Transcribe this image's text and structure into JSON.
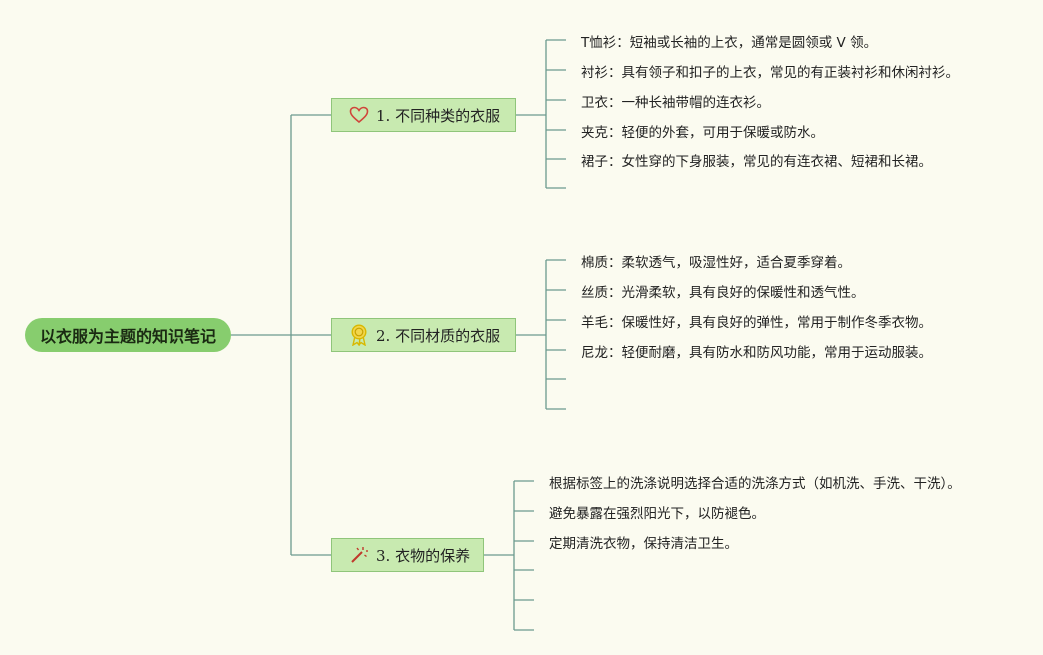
{
  "root": {
    "title": "以衣服为主题的知识笔记"
  },
  "branches": [
    {
      "label": "1. 不同种类的衣服",
      "icon": "heart-icon",
      "items": [
        "T恤衫：短袖或长袖的上衣，通常是圆领或 V 领。",
        "衬衫：具有领子和扣子的上衣，常见的有正装衬衫和休闲衬衫。",
        "卫衣：一种长袖带帽的连衣衫。",
        "夹克：轻便的外套，可用于保暖或防水。",
        "裙子：女性穿的下身服装，常见的有连衣裙、短裙和长裙。"
      ]
    },
    {
      "label": "2. 不同材质的衣服",
      "icon": "award-ribbon-icon",
      "items": [
        "棉质：柔软透气，吸湿性好，适合夏季穿着。",
        "丝质：光滑柔软，具有良好的保暖性和透气性。",
        "羊毛：保暖性好，具有良好的弹性，常用于制作冬季衣物。",
        "尼龙：轻便耐磨，具有防水和防风功能，常用于运动服装。"
      ]
    },
    {
      "label": "3. 衣物的保养",
      "icon": "magic-wand-icon",
      "items": [
        "根据标签上的洗涤说明选择合适的洗涤方式（如机洗、手洗、干洗）。",
        "避免暴露在强烈阳光下，以防褪色。",
        "定期清洗衣物，保持清洁卫生。"
      ]
    }
  ],
  "colors": {
    "background": "#fbfbf0",
    "root": "#87cd6e",
    "branch_fill": "#c8eab0",
    "branch_border": "#8fc57a",
    "line": "#6b9a8e"
  }
}
